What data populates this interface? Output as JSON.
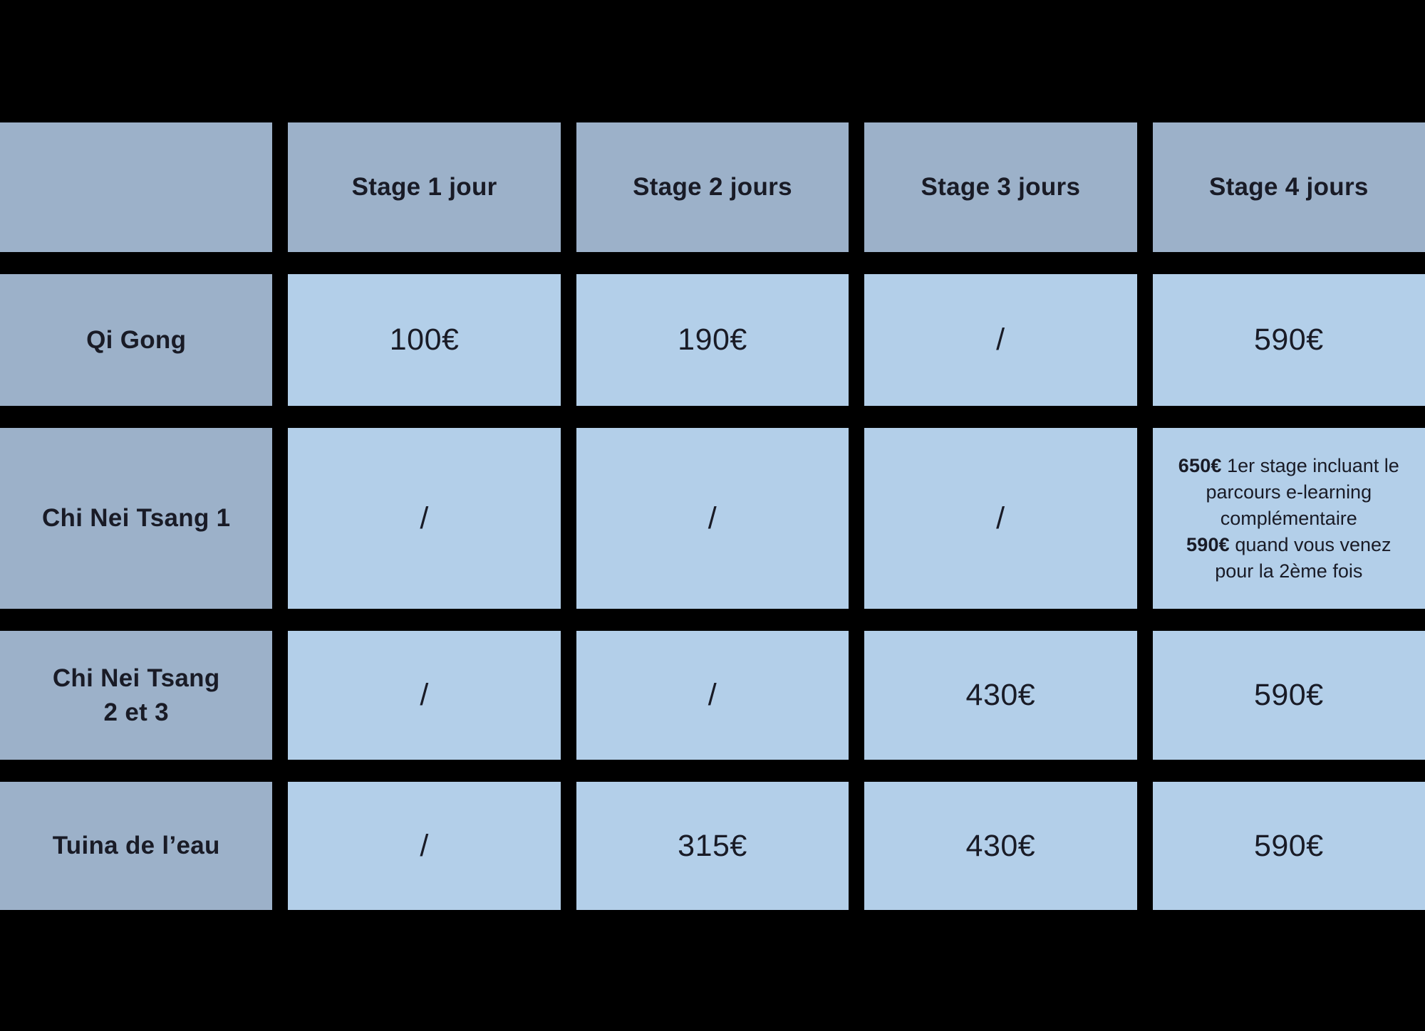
{
  "colors": {
    "page_background": "#000000",
    "header_cell_background": "#9cb1c9",
    "data_cell_background": "#b3cfe9",
    "text": "#191b26"
  },
  "table": {
    "corner_label": "",
    "columns": [
      "Stage 1 jour",
      "Stage 2 jours",
      "Stage 3 jours",
      "Stage 4 jours"
    ],
    "rows": [
      {
        "label": "Qi Gong",
        "cells": [
          "100€",
          "190€",
          "/",
          "590€"
        ]
      },
      {
        "label": "Chi Nei Tsang 1",
        "cells": [
          "/",
          "/",
          "/",
          {
            "lines": [
              {
                "amount": "650€",
                "text": " 1er stage incluant le parcours e-learning complémentaire"
              },
              {
                "amount": "590€",
                "text": " quand vous venez pour la 2ème fois"
              }
            ]
          }
        ]
      },
      {
        "label": "Chi Nei Tsang\n2 et 3",
        "cells": [
          "/",
          "/",
          "430€",
          "590€"
        ]
      },
      {
        "label": "Tuina de l’eau",
        "cells": [
          "/",
          "315€",
          "430€",
          "590€"
        ]
      }
    ]
  }
}
